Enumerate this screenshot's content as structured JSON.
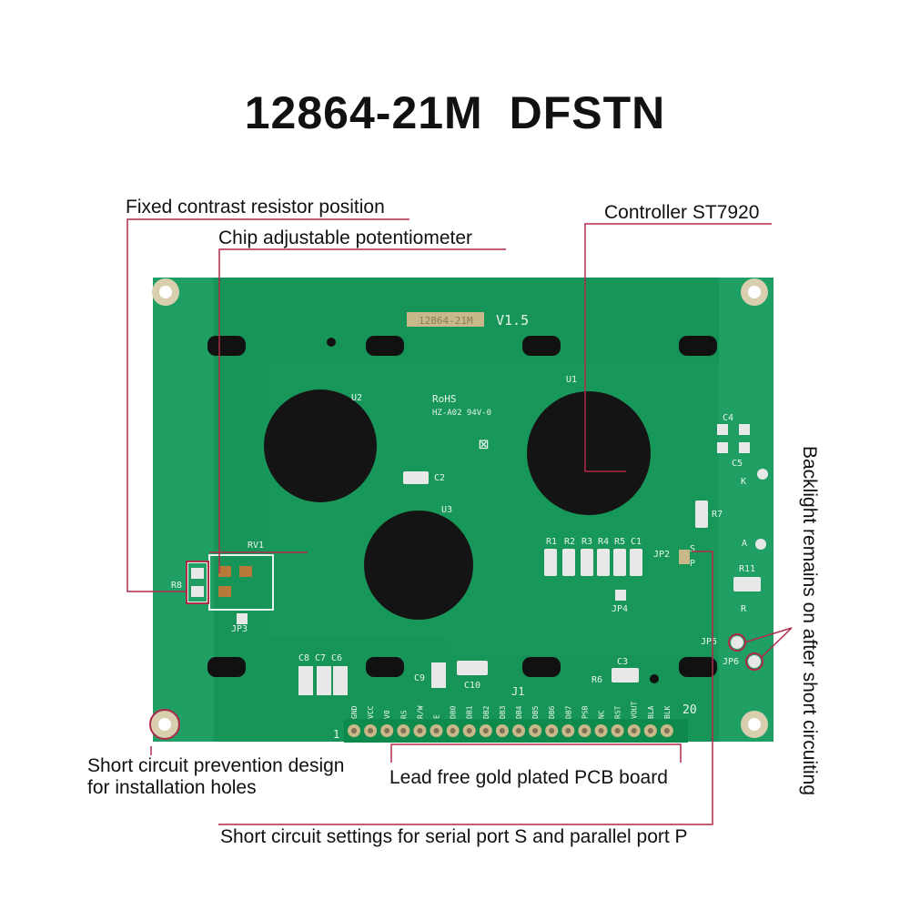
{
  "title": "12864-21M  DFSTN",
  "callouts": {
    "fixed_resistor": "Fixed contrast resistor position",
    "potentiometer": "Chip adjustable potentiometer",
    "controller": "Controller ST7920",
    "backlight": "Backlight remains on after short circuiting",
    "holes_line1": "Short circuit prevention design",
    "holes_line2": "for installation holes",
    "gold_plated": "Lead free gold plated PCB board",
    "serial_parallel": "Short circuit settings for serial port S and parallel port P"
  },
  "pcb": {
    "version": "V1.5",
    "model_stamp": "12864-21M",
    "rohs": "RoHS",
    "cert": "HZ-A02 94V-0",
    "chips": [
      "U1",
      "U2",
      "U3"
    ],
    "components": {
      "c2": "C2",
      "c3": "C3",
      "c4": "C4",
      "c5": "C5",
      "c6": "C6",
      "c7": "C7",
      "c8": "C8",
      "c9": "C9",
      "c10": "C10",
      "c1": "C1",
      "r1": "R1",
      "r2": "R2",
      "r3": "R3",
      "r4": "R4",
      "r5": "R5",
      "r6": "R6",
      "r7": "R7",
      "r8": "R8",
      "r11": "R11",
      "rv1": "RV1",
      "jp2": "JP2",
      "jp3": "JP3",
      "jp4": "JP4",
      "jp5": "JP5",
      "jp6": "JP6",
      "j1": "J1",
      "k": "K",
      "a": "A",
      "s": "S",
      "p": "P",
      "r": "R"
    },
    "pins": [
      "GND",
      "VCC",
      "V0",
      "RS",
      "R/W",
      "E",
      "DB0",
      "DB1",
      "DB2",
      "DB3",
      "DB4",
      "DB5",
      "DB6",
      "DB7",
      "PSB",
      "NC",
      "RST",
      "VOUT",
      "BLA",
      "BLK"
    ],
    "pin_first": "1",
    "pin_last": "20"
  },
  "colors": {
    "pcb_green": "#1d9e62",
    "callout_line": "#b02a4a",
    "gold": "#c9b98a",
    "blob": "#141414"
  }
}
